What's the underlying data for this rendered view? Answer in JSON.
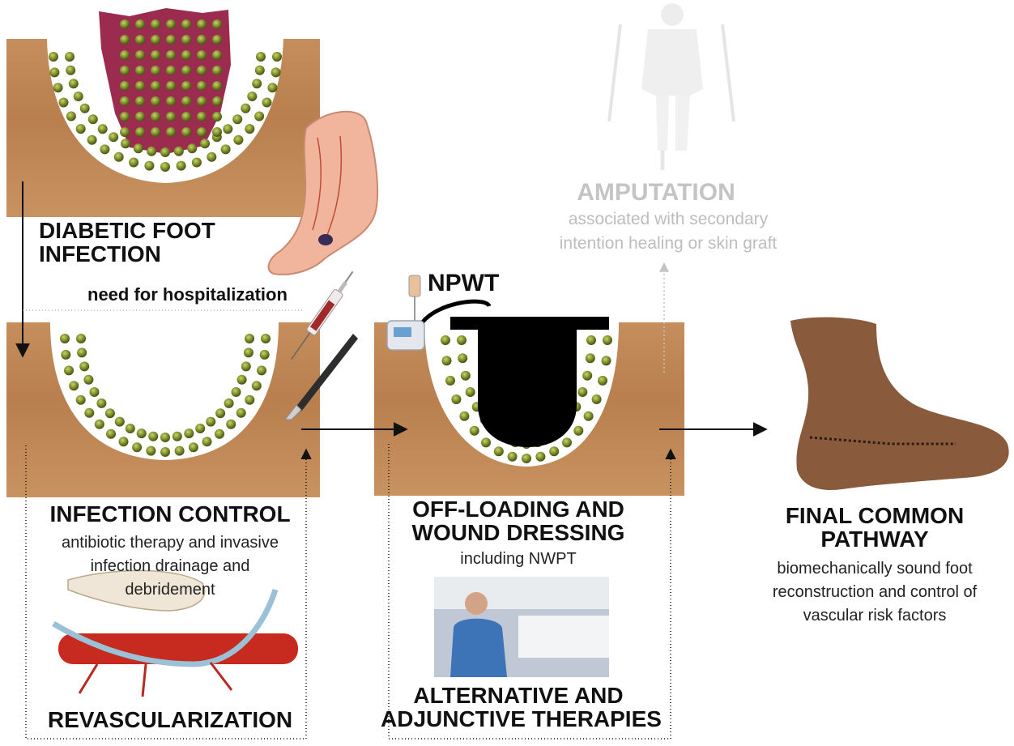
{
  "stages": {
    "infection": {
      "title_lines": [
        "DIABETIC FOOT",
        "INFECTION"
      ],
      "subtitle": "need for  hospitalization"
    },
    "control": {
      "title": "INFECTION CONTROL",
      "subtitle_lines": [
        "antibiotic therapy and invasive",
        "infection drainage and",
        "debridement"
      ]
    },
    "revasc": {
      "title": "REVASCULARIZATION"
    },
    "offload": {
      "title_lines": [
        "OFF-LOADING AND",
        "WOUND DRESSING"
      ],
      "subtitle": "including NWPT"
    },
    "npwt": {
      "label": "NPWT"
    },
    "alternative": {
      "title_lines": [
        "ALTERNATIVE AND",
        "ADJUNCTIVE THERAPIES"
      ]
    },
    "amputation": {
      "title": "AMPUTATION",
      "subtitle_lines": [
        "associated with secondary",
        "intention healing or skin graft"
      ]
    },
    "final": {
      "title_lines": [
        "FINAL COMMON",
        "PATHWAY"
      ],
      "subtitle_lines": [
        "biomechanically sound foot",
        "reconstruction and control of",
        "vascular risk factors"
      ]
    }
  },
  "colors": {
    "tissue": "#c08956",
    "pus": "#9b2b4f",
    "bacteria": "#7f8f2c",
    "dressing": "#000000",
    "faded": "#b9b9b9",
    "skin": "#8a5a3c"
  },
  "icons": [
    "bacteria-icon",
    "foot-ulcer-icon",
    "syringe-icon",
    "scalpel-icon",
    "npwt-pump-icon",
    "amputee-icon",
    "bypass-graft-icon",
    "nurse-photo-icon",
    "reconstructed-foot-icon"
  ]
}
